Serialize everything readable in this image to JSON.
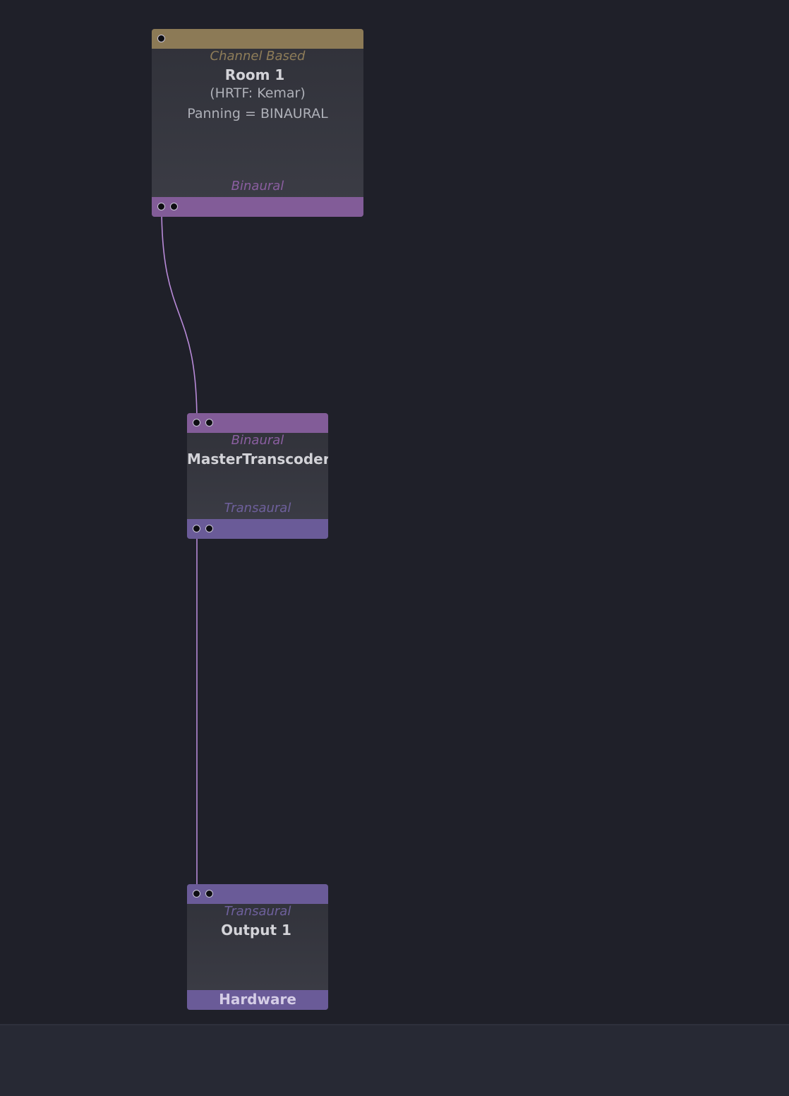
{
  "colors": {
    "canvas_bg": "#1f2029",
    "node_body": "#3a3b44",
    "channel_based": "#8c7a56",
    "binaural": "#825c98",
    "transaural": "#6a5b98",
    "wire": "#b88ad8"
  },
  "nodes": {
    "room": {
      "input_format": "Channel Based",
      "title": "Room 1",
      "hrtf": "(HRTF: Kemar)",
      "panning": "Panning = BINAURAL",
      "output_format": "Binaural"
    },
    "transcoder": {
      "input_format": "Binaural",
      "title": "MasterTranscoder",
      "output_format": "Transaural"
    },
    "output": {
      "input_format": "Transaural",
      "title": "Output 1",
      "hardware_label": "Hardware"
    }
  },
  "connections": [
    {
      "from": "room.output",
      "to": "transcoder.input",
      "format": "Binaural"
    },
    {
      "from": "transcoder.output",
      "to": "output.input",
      "format": "Transaural"
    }
  ]
}
